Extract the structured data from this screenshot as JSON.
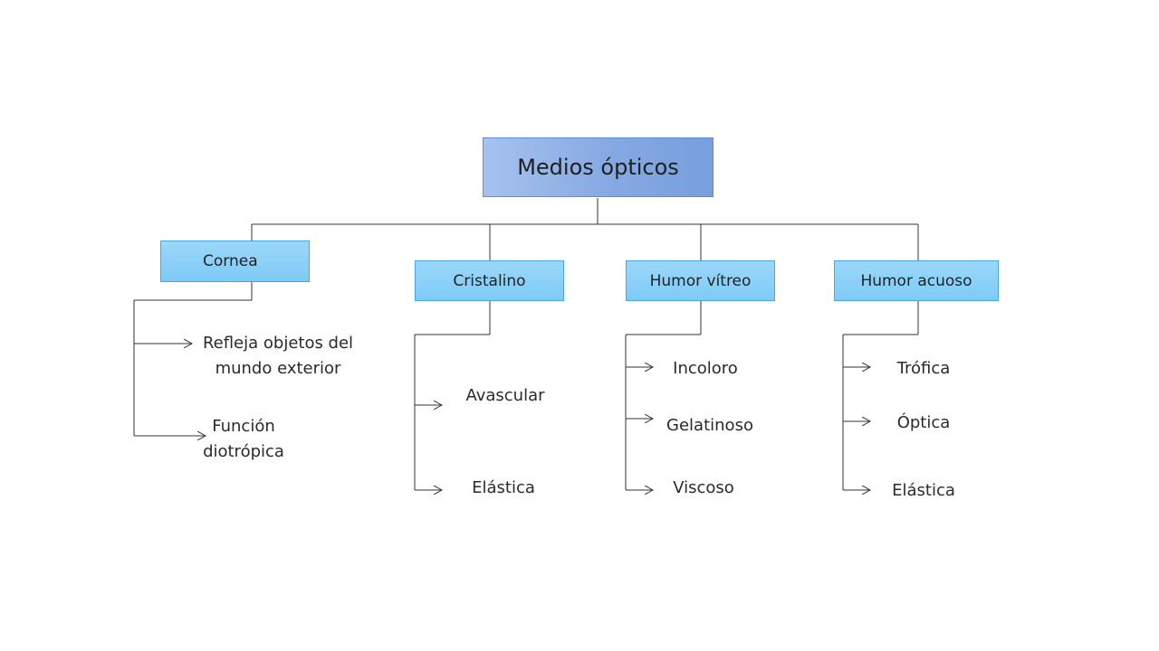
{
  "root": {
    "label": "Medios ópticos"
  },
  "categories": [
    {
      "label": "Cornea",
      "items": [
        "Refleja objetos del mundo exterior",
        "Función diotrópica"
      ]
    },
    {
      "label": "Cristalino",
      "items": [
        "Avascular",
        "Elástica"
      ]
    },
    {
      "label": "Humor vítreo",
      "items": [
        "Incoloro",
        "Gelatinoso",
        "Viscoso"
      ]
    },
    {
      "label": "Humor acuoso",
      "items": [
        "Trófica",
        "Óptica",
        "Elástica"
      ]
    }
  ]
}
